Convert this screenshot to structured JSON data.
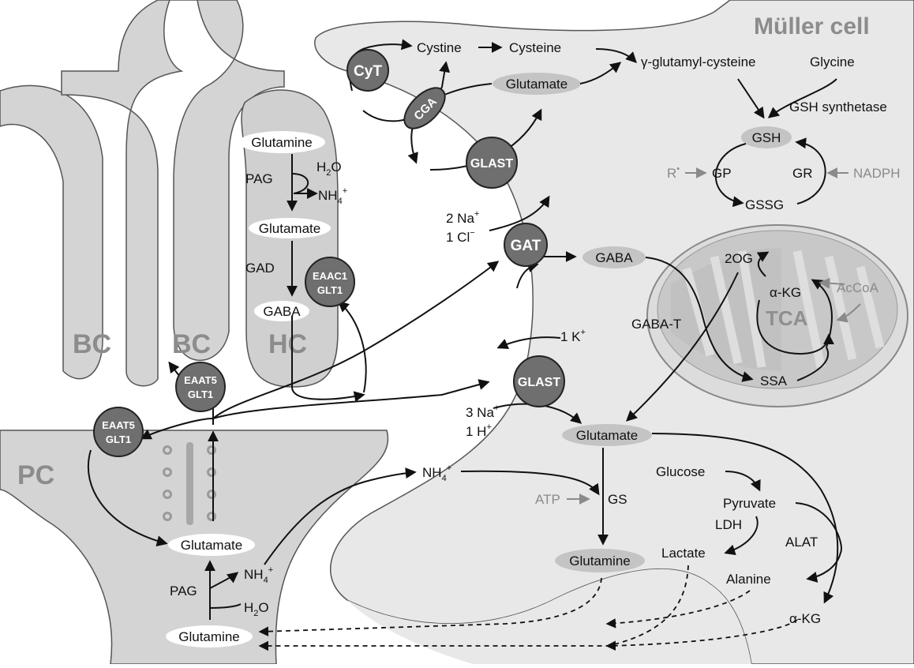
{
  "regions": {
    "bc1": "BC",
    "bc2": "BC",
    "hc": "HC",
    "pc": "PC",
    "muller": "Müller cell",
    "tca": "TCA"
  },
  "transporters": {
    "cyt": "CyT",
    "cga": "CGA",
    "glast_top": "GLAST",
    "gat": "GAT",
    "glast_mid": "GLAST",
    "eaac1": [
      "EAAC1",
      "GLT1"
    ],
    "eaat5_bc": [
      "EAAT5",
      "GLT1"
    ],
    "eaat5_pc": [
      "EAAT5",
      "GLT1"
    ]
  },
  "metabolites": {
    "cystine": "Cystine",
    "cysteine": "Cysteine",
    "gamma_gc": "γ-glutamyl-cysteine",
    "glycine": "Glycine",
    "glutamate_top": "Glutamate",
    "gsh_synthetase": "GSH synthetase",
    "gsh": "GSH",
    "gp": "GP",
    "gr": "GR",
    "r_radical": "R",
    "radical_dot": "•",
    "nadph": "NADPH",
    "gssg": "GSSG",
    "gaba_muller": "GABA",
    "gaba_t": "GABA-T",
    "two_og": "2OG",
    "akg_tca": "α-KG",
    "acoa": "AcCoA",
    "ssa": "SSA",
    "glutamate_muller": "Glutamate",
    "glutamine_muller": "Glutamine",
    "gs": "GS",
    "atp": "ATP",
    "nh4_muller": "NH",
    "glucose": "Glucose",
    "pyruvate": "Pyruvate",
    "ldh": "LDH",
    "lactate": "Lactate",
    "alat": "ALAT",
    "alanine": "Alanine",
    "akg_bottom": "α-KG",
    "glutamine_hc": "Glutamine",
    "pag_hc": "PAG",
    "h2o_hc": "H",
    "nh4_hc": "NH",
    "glutamate_hc": "Glutamate",
    "gad": "GAD",
    "gaba_hc": "GABA",
    "glutamate_pc": "Glutamate",
    "nh4_pc": "NH",
    "pag_pc": "PAG",
    "h2o_pc": "H",
    "glutamine_pc": "Glutamine"
  },
  "ions": {
    "na2": "2 Na",
    "cl1": "1 Cl",
    "k1": "1 K",
    "na3": "3 Na",
    "h1": "1 H"
  },
  "sup_sub": {
    "plus": "+",
    "minus": "−",
    "four": "4",
    "two": "2",
    "o": "O"
  }
}
